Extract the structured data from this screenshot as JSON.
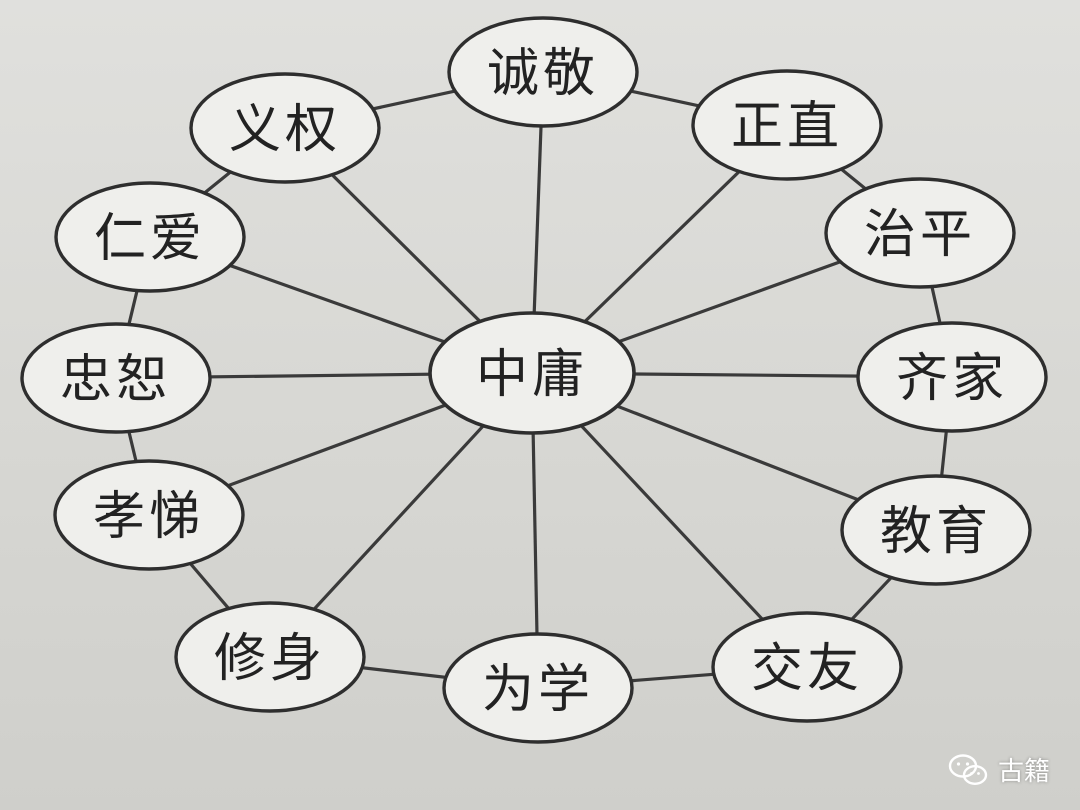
{
  "diagram": {
    "center": "中庸",
    "nodes": [
      "诚敬",
      "正直",
      "治平",
      "齐家",
      "教育",
      "交友",
      "为学",
      "修身",
      "孝悌",
      "忠恕",
      "仁爱",
      "义权"
    ]
  },
  "watermark": {
    "label": "古籍",
    "icon": "wechat-icon"
  },
  "colors": {
    "line": "#3a3a3a",
    "ellipse_fill": "#efefec",
    "text": "#222222",
    "watermark": "#ffffff"
  }
}
